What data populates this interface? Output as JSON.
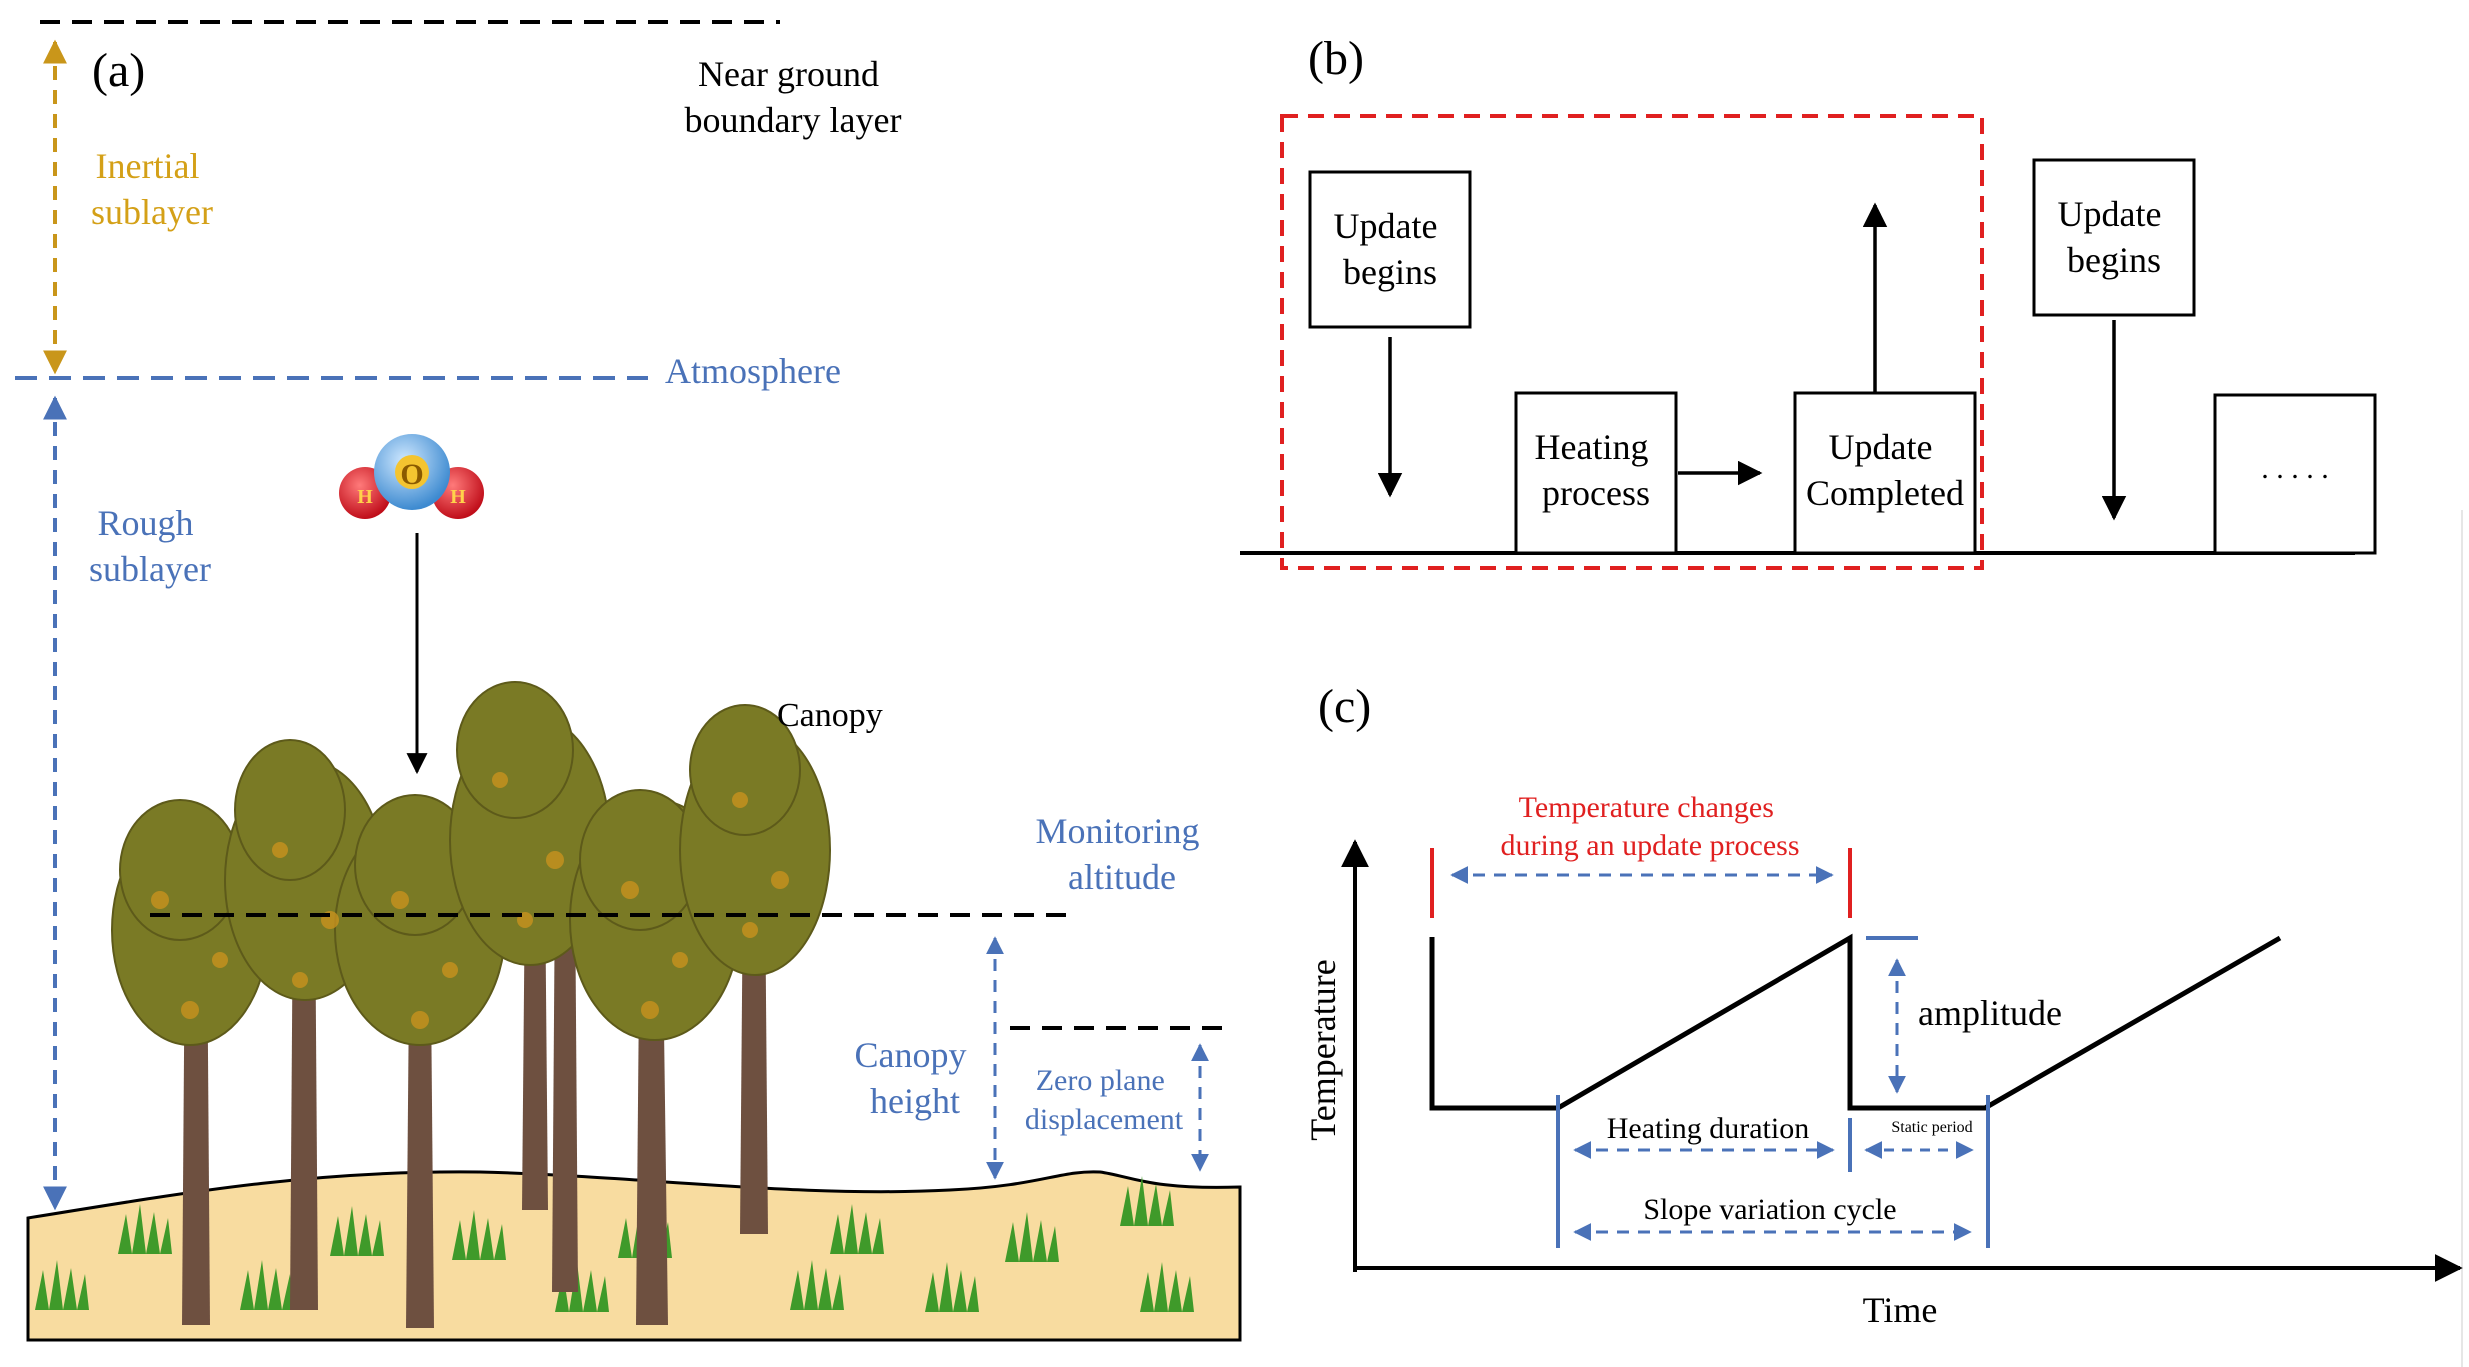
{
  "panel_a": {
    "label": "(a)",
    "near_ground": [
      "Near ground",
      "boundary layer"
    ],
    "inertial": [
      "Inertial",
      "sublayer"
    ],
    "atmosphere": "Atmosphere",
    "rough": [
      "Rough",
      "sublayer"
    ],
    "canopy": "Canopy",
    "monitoring": [
      "Monitoring",
      "altitude"
    ],
    "canopy_height": [
      "Canopy",
      "height"
    ],
    "zero_plane": [
      "Zero plane",
      "displacement"
    ],
    "molecule": {
      "o": "O",
      "h1": "H",
      "h2": "H"
    }
  },
  "panel_b": {
    "label": "(b)",
    "box1": [
      "Update",
      "begins"
    ],
    "box2": [
      "Heating",
      "process"
    ],
    "box3": [
      "Update",
      "Completed"
    ],
    "box4": [
      "Update",
      "begins"
    ],
    "box5": ". . . . ."
  },
  "panel_c": {
    "label": "(c)",
    "ylabel": "Temperature",
    "xlabel": "Time",
    "temp_changes": [
      "Temperature changes",
      "during an update process"
    ],
    "amplitude": "amplitude",
    "heating_duration": "Heating duration",
    "static_period": "Static period",
    "slope_cycle": "Slope variation cycle"
  },
  "colors": {
    "blue": "#4a72b8",
    "gold": "#d4a017",
    "red": "#e02020",
    "black": "#000000",
    "ground": "#f8dca0",
    "grass": "#3f9a2a",
    "trunk": "#6e5040",
    "foliage": "#7a7a25"
  }
}
